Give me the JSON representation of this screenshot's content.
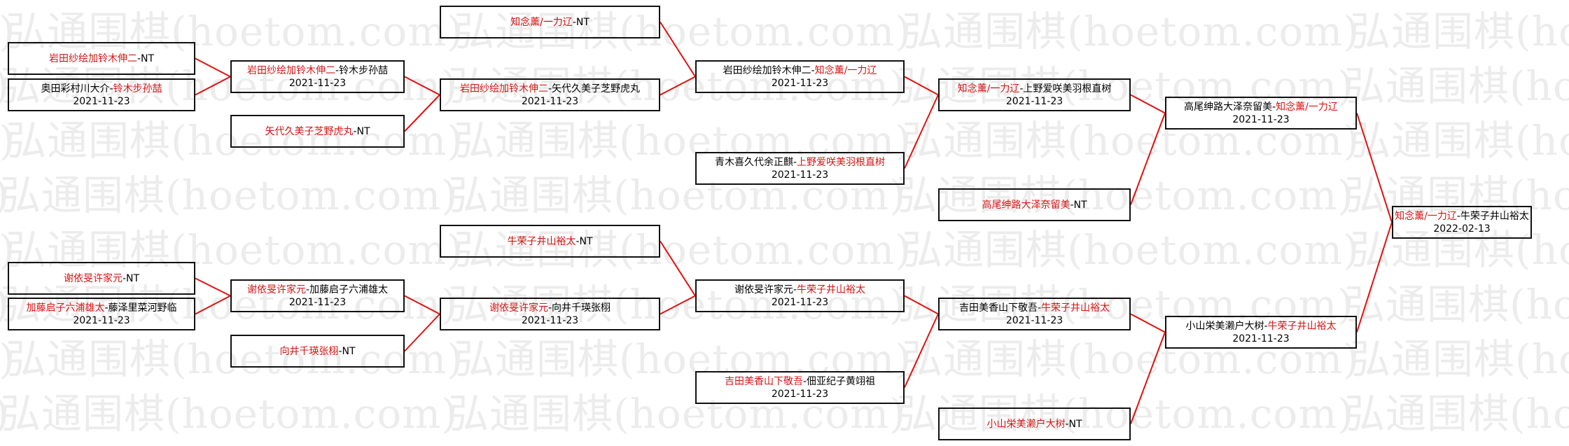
{
  "watermark_text": "弘通围棋(hoetom.com)",
  "colors": {
    "winner": "#d41414",
    "connector": "#e01010"
  },
  "round1": [
    {
      "id": "r1-m1",
      "a": "岩田纱绘加铃木伸二",
      "sep": "-",
      "b": "NT",
      "winner": "a",
      "date": ""
    },
    {
      "id": "r1-m2",
      "a": "奥田彩村川大介",
      "sep": "-",
      "b": "铃木步孙喆",
      "winner": "b",
      "date": "2021-11-23"
    },
    {
      "id": "r1-m3",
      "a": "谢依旻许家元",
      "sep": "-",
      "b": "NT",
      "winner": "a",
      "date": ""
    },
    {
      "id": "r1-m4",
      "a": "加藤启子六浦雄太",
      "sep": "-",
      "b": "藤泽里菜河野临",
      "winner": "a",
      "date": "2021-11-23"
    }
  ],
  "round2": [
    {
      "id": "r2-m1",
      "a": "岩田纱绘加铃木伸二",
      "sep": "-",
      "b": "铃木步孙喆",
      "winner": "a",
      "date": "2021-11-23"
    },
    {
      "id": "r2-m2",
      "a": "矢代久美子芝野虎丸",
      "sep": "-",
      "b": "NT",
      "winner": "a",
      "date": ""
    },
    {
      "id": "r2-m3",
      "a": "谢依旻许家元",
      "sep": "-",
      "b": "加藤启子六浦雄太",
      "winner": "a",
      "date": "2021-11-23"
    },
    {
      "id": "r2-m4",
      "a": "向井千瑛张栩",
      "sep": "-",
      "b": "NT",
      "winner": "a",
      "date": ""
    }
  ],
  "round3": [
    {
      "id": "r3-m1",
      "a": "知念薰/一力辽",
      "sep": "-",
      "b": "NT",
      "winner": "a",
      "date": ""
    },
    {
      "id": "r3-m2",
      "a": "岩田纱绘加铃木伸二",
      "sep": "-",
      "b": "矢代久美子芝野虎丸",
      "winner": "a",
      "date": "2021-11-23"
    },
    {
      "id": "r3-m3",
      "a": "牛荣子井山裕太",
      "sep": "-",
      "b": "NT",
      "winner": "a",
      "date": ""
    },
    {
      "id": "r3-m4",
      "a": "谢依旻许家元",
      "sep": "-",
      "b": "向井千瑛张栩",
      "winner": "a",
      "date": "2021-11-23"
    }
  ],
  "round4": [
    {
      "id": "r4-m1",
      "a": "岩田纱绘加铃木伸二",
      "sep": "-",
      "b": "知念薰/一力辽",
      "winner": "b",
      "date": "2021-11-23"
    },
    {
      "id": "r4-m2",
      "a": "青木喜久代余正麒",
      "sep": "-",
      "b": "上野爱咲美羽根直树",
      "winner": "b",
      "date": "2021-11-23"
    },
    {
      "id": "r4-m3",
      "a": "谢依旻许家元",
      "sep": "-",
      "b": "牛荣子井山裕太",
      "winner": "b",
      "date": "2021-11-23"
    },
    {
      "id": "r4-m4",
      "a": "吉田美香山下敬吾",
      "sep": "-",
      "b": "佃亚纪子黄翊祖",
      "winner": "a",
      "date": "2021-11-23"
    }
  ],
  "round5": [
    {
      "id": "r5-m1",
      "a": "知念薰/一力辽",
      "sep": "-",
      "b": "上野爱咲美羽根直树",
      "winner": "a",
      "date": "2021-11-23"
    },
    {
      "id": "r5-m2",
      "a": "高尾绅路大泽奈留美",
      "sep": "-",
      "b": "NT",
      "winner": "a",
      "date": ""
    },
    {
      "id": "r5-m3",
      "a": "吉田美香山下敬吾",
      "sep": "-",
      "b": "牛荣子井山裕太",
      "winner": "b",
      "date": "2021-11-23"
    },
    {
      "id": "r5-m4",
      "a": "小山栄美濑户大树",
      "sep": "-",
      "b": "NT",
      "winner": "a",
      "date": ""
    }
  ],
  "round6": [
    {
      "id": "r6-m1",
      "a": "高尾绅路大泽奈留美",
      "sep": "-",
      "b": "知念薰/一力辽",
      "winner": "b",
      "date": "2021-11-23"
    },
    {
      "id": "r6-m2",
      "a": "小山栄美濑户大树",
      "sep": "-",
      "b": "牛荣子井山裕太",
      "winner": "b",
      "date": "2021-11-23"
    }
  ],
  "final": [
    {
      "id": "final",
      "a": "知念薰/一力辽",
      "sep": "-",
      "b": "牛荣子井山裕太",
      "winner": "a",
      "date": "2022-02-13"
    }
  ]
}
